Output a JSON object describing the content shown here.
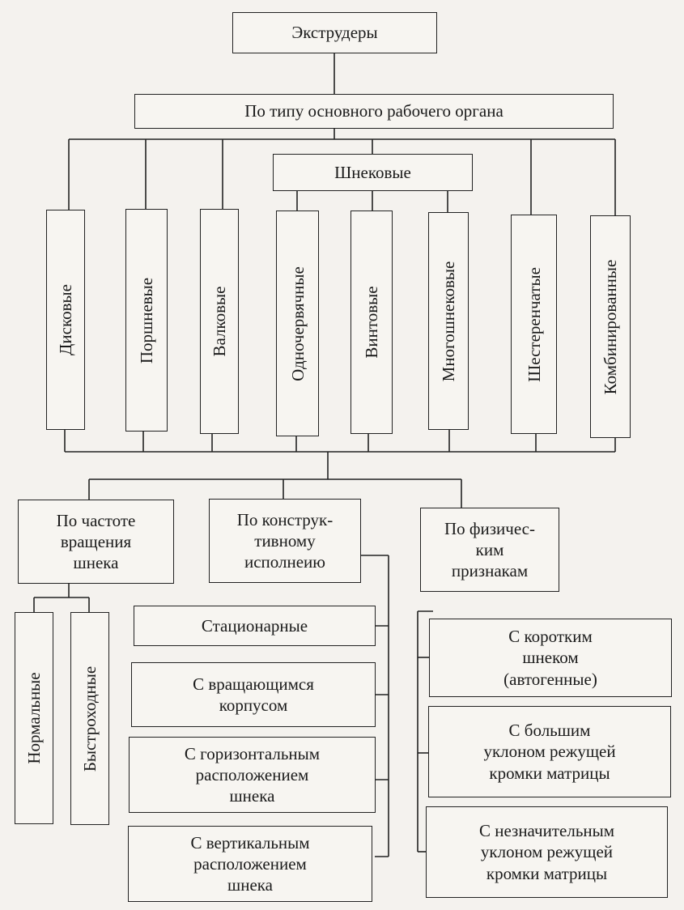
{
  "root": "Экструдеры",
  "level1": "По типу основного рабочего органа",
  "screw_group": "Шнековые",
  "types": [
    "Дисковые",
    "Поршневые",
    "Валковые",
    "Одночервячные",
    "Винтовые",
    "Многошнековые",
    "Шестеренчатые",
    "Комбинированные"
  ],
  "classifications": {
    "rotation": {
      "title": "По частоте\nвращения\nшнека",
      "items": [
        "Нормальные",
        "Быстроходные"
      ]
    },
    "design": {
      "title": "По конструк-\nтивному\nисполнеию",
      "items": [
        "Стационарные",
        "С вращающимся\nкорпусом",
        "С горизонтальным\nрасположением\nшнека",
        "С вертикальным\nрасположением\nшнека"
      ]
    },
    "physical": {
      "title": "По физичес-\nким\nпризнакам",
      "items": [
        "С коротким\nшнеком\n(автогенные)",
        "С большим\nуклоном режущей\nкромки матрицы",
        "С незначительным\nуклоном режущей\nкромки матрицы"
      ]
    }
  }
}
